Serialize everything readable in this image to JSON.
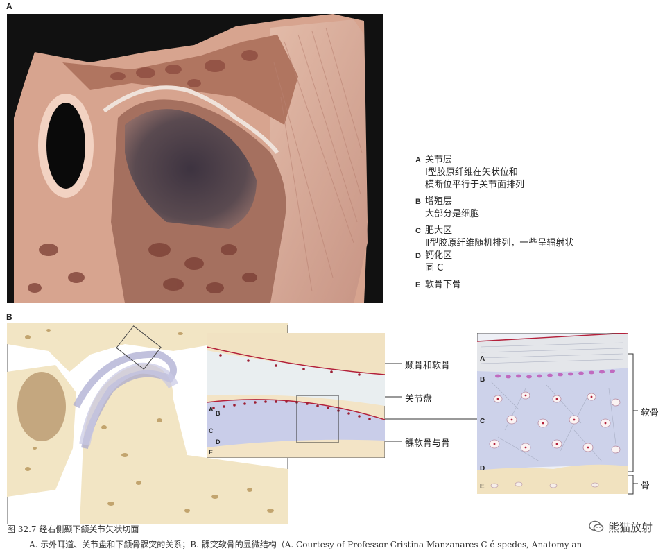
{
  "panel_a_letter": "A",
  "panel_b_letter": "B",
  "legend": {
    "items": [
      {
        "key": "A",
        "title": "关节层",
        "lines": [
          "Ⅰ型胶原纤维在矢状位和",
          "横断位平行于关节面排列"
        ]
      },
      {
        "key": "B",
        "title": "增殖层",
        "lines": [
          "大部分是细胞"
        ]
      },
      {
        "key": "C",
        "title": "肥大区",
        "lines": [
          "Ⅱ型胶原纤维随机排列，一些呈辐射状"
        ]
      },
      {
        "key": "D",
        "title": "钙化区",
        "lines": [
          "同 C"
        ]
      },
      {
        "key": "E",
        "title": "软骨下骨",
        "lines": []
      }
    ]
  },
  "labels": {
    "temporal": "颞骨和软骨",
    "disc": "关节盘",
    "condyle": "髁软骨与骨",
    "cartilage": "软骨",
    "bone": "骨"
  },
  "zone_letters": [
    "A",
    "B",
    "C",
    "D",
    "E"
  ],
  "caption": {
    "line1": "图 32.7   经右侧颞下颌关节矢状切面",
    "line2": "A. 示外耳道、关节盘和下颌骨髁突的关系；B. 髁突软骨的显微结构（A. Courtesy of Professor Cristina Manzanares C é spedes, Anatomy an"
  },
  "watermark": "熊猫放射"
}
